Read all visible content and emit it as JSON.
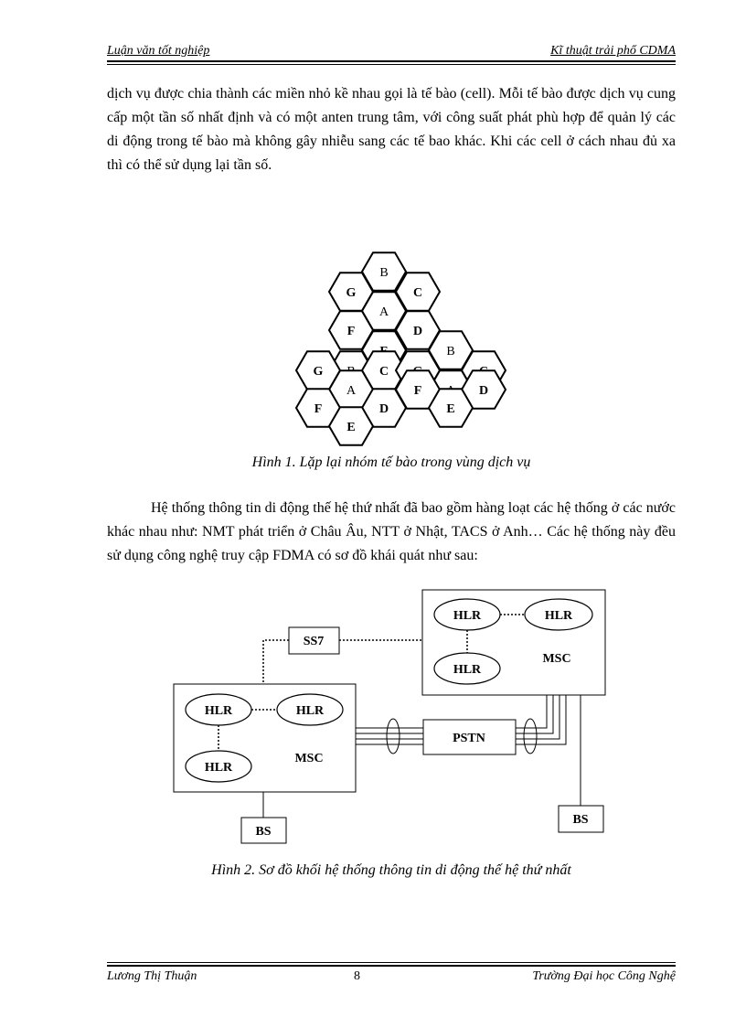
{
  "header": {
    "left": "Luận văn tốt nghiệp",
    "right": "Kĩ thuật trải phổ CDMA"
  },
  "paragraphs": {
    "p1": "dịch vụ được chia thành các miền nhỏ kề nhau gọi là tế bào (cell). Mỗi tế bào được dịch vụ cung cấp một tần số nhất định và có một anten trung tâm, với công suất phát phù hợp để quản lý các di động trong tế bào mà không gây nhiễu sang các tế bao khác. Khi các cell ở cách nhau đủ xa thì có thể sử dụng lại tần số.",
    "p2": "Hệ thống thông tin di động thế hệ thứ nhất đã bao gồm hàng loạt các hệ thống ở các nước khác nhau như: NMT phát triển ở Châu Âu, NTT ở Nhật, TACS ở Anh… Các hệ thống này đều sử dụng công nghệ truy cập FDMA có sơ đồ khái quát như sau:"
  },
  "figure1": {
    "caption": "Hình 1. Lặp lại nhóm tế bào trong vùng dịch vụ",
    "cells": [
      {
        "label": "B"
      },
      {
        "label": "G"
      },
      {
        "label": "C"
      },
      {
        "label": "A"
      },
      {
        "label": "F"
      },
      {
        "label": "D"
      },
      {
        "label": "E"
      },
      {
        "label": "B"
      },
      {
        "label": "B"
      },
      {
        "label": "G"
      },
      {
        "label": "C"
      },
      {
        "label": "G"
      },
      {
        "label": "C"
      },
      {
        "label": "A"
      },
      {
        "label": "A"
      },
      {
        "label": "F"
      },
      {
        "label": "D"
      },
      {
        "label": "F"
      },
      {
        "label": "D"
      },
      {
        "label": "E"
      },
      {
        "label": "E"
      }
    ]
  },
  "figure2": {
    "caption": "Hình 2.  Sơ đồ khối hệ thống thông tin di động thế hệ thứ nhất",
    "ss7": "SS7",
    "pstn": "PSTN",
    "msc_right": "MSC",
    "msc_left": "MSC",
    "hlr_r1": "HLR",
    "hlr_r2": "HLR",
    "hlr_r3": "HLR",
    "hlr_l1": "HLR",
    "hlr_l2": "HLR",
    "hlr_l3": "HLR",
    "bs_left": "BS",
    "bs_right": "BS"
  },
  "footer": {
    "left": "Lương Thị Thuận",
    "page": "8",
    "right": "Trường Đại học Công Nghệ"
  }
}
